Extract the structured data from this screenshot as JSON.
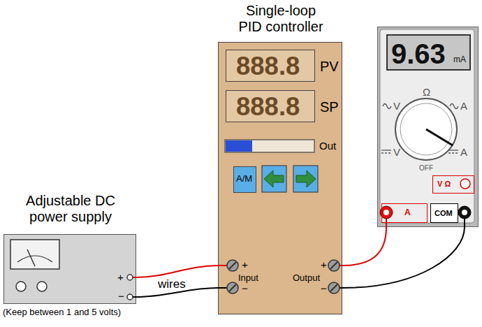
{
  "diagram": {
    "nodes": [
      {
        "text": [
          "Adjustable DC power supply",
          "(Keep between 1 and 5 volts)"
        ]
      },
      {
        "text": [
          "Single-loop PID controller"
        ]
      },
      {
        "text": [
          "888.8",
          "PV"
        ],
        "in": 1
      },
      {
        "text": [
          "888.8",
          "SP"
        ],
        "in": 1
      },
      {
        "text": [
          "A/M"
        ],
        "in": 1
      },
      {
        "text": [
          "Ω",
          "V",
          "A",
          "V",
          "A",
          "OFF"
        ]
      },
      {
        "text": [
          "9.63",
          "mA"
        ],
        "in": 5
      },
      {
        "text": [
          "V Ω"
        ],
        "in": 5
      },
      {
        "text": [
          "A"
        ],
        "in": 5
      },
      {
        "text": [
          "COM"
        ],
        "in": 5
      }
    ],
    "edges": [
      {
        "from": 0,
        "to": 1,
        "arrow": "none"
      },
      {
        "from": 0,
        "to": 1,
        "arrow": "none"
      },
      {
        "from": 1,
        "to": 5,
        "arrow": "none"
      },
      {
        "from": 1,
        "to": 5,
        "arrow": "none"
      }
    ],
    "labels": [
      "+",
      "Input",
      "−",
      "+",
      "Output",
      "−",
      "Out",
      "+",
      "−",
      "wires"
    ]
  }
}
